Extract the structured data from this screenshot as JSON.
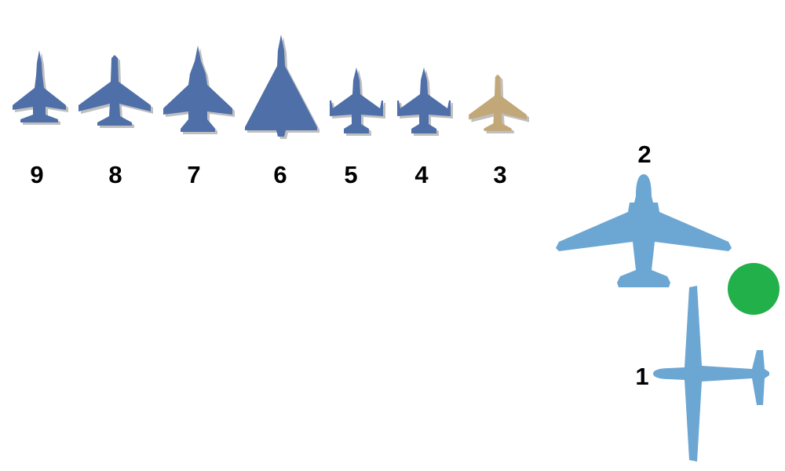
{
  "colors": {
    "jet": "#4f6fa8",
    "jet_selected": "#c2a878",
    "transport": "#6ca6d2",
    "marker": "#22b04a",
    "label": "#000000"
  },
  "pieces": [
    {
      "id": "9",
      "label": "9",
      "icon": "fighter-jet-icon"
    },
    {
      "id": "8",
      "label": "8",
      "icon": "swept-wing-jet-icon"
    },
    {
      "id": "7",
      "label": "7",
      "icon": "twin-engine-fighter-icon"
    },
    {
      "id": "6",
      "label": "6",
      "icon": "delta-wing-jet-icon"
    },
    {
      "id": "5",
      "label": "5",
      "icon": "light-fighter-icon"
    },
    {
      "id": "4",
      "label": "4",
      "icon": "light-fighter-icon"
    },
    {
      "id": "3",
      "label": "3",
      "icon": "swept-wing-jet-icon",
      "selected": true
    },
    {
      "id": "2",
      "label": "2",
      "icon": "twin-prop-transport-icon"
    },
    {
      "id": "1",
      "label": "1",
      "icon": "four-engine-bomber-icon"
    }
  ],
  "marker": {
    "icon": "green-circle-marker-icon"
  }
}
